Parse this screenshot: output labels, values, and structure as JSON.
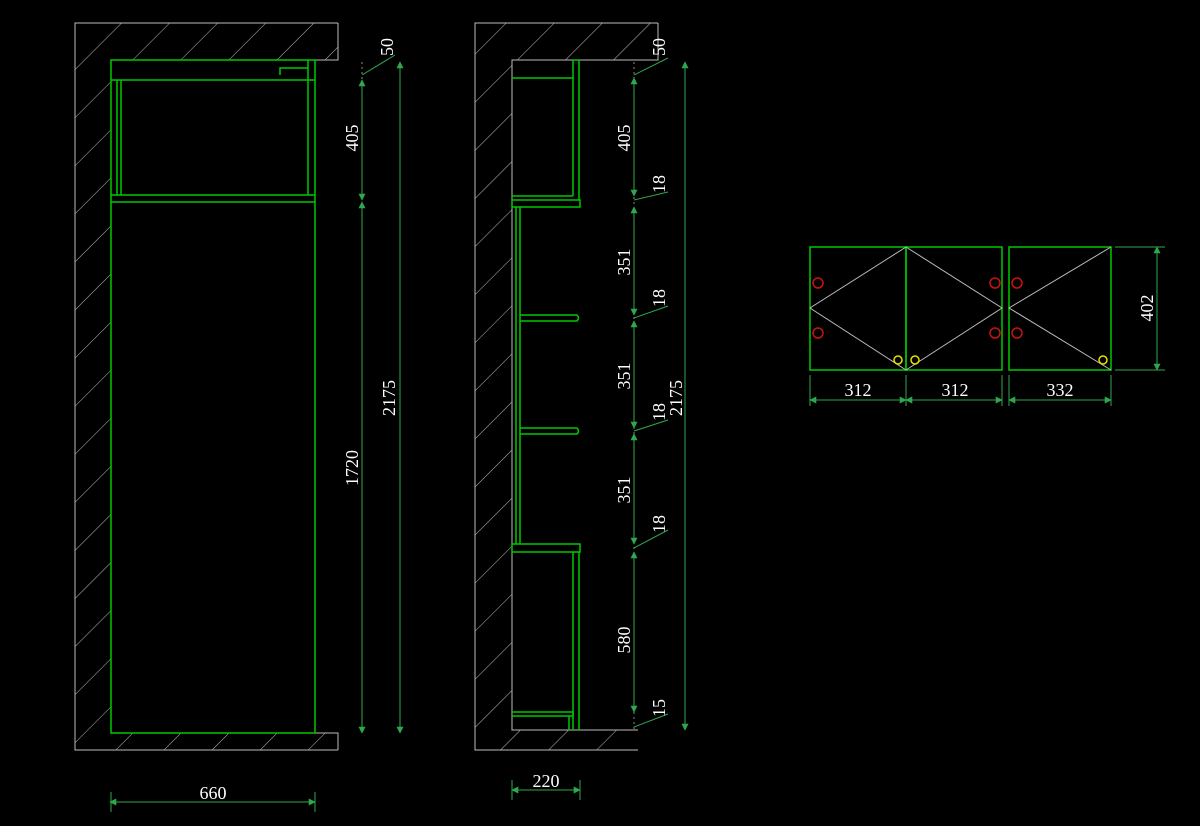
{
  "colors": {
    "background": "#000000",
    "cabinet_line": "#00c800",
    "dimension_line": "#2ea84f",
    "wall_hatch": "#bbbbbb",
    "dimension_text": "#ffffff",
    "marker_red": "#cc1111",
    "marker_yellow": "#e8e000"
  },
  "front_view": {
    "total_height": "2175",
    "top_gap": "50",
    "upper_cabinet": "405",
    "lower_cabinet": "1720",
    "width": "660"
  },
  "side_view": {
    "total_height": "2175",
    "top_gap": "50",
    "upper_cabinet": "405",
    "board_1": "18",
    "shelf_gap_1": "351",
    "board_2": "18",
    "shelf_gap_2": "351",
    "board_3": "18",
    "shelf_gap_3": "351",
    "board_4": "18",
    "bottom_cabinet": "580",
    "plinth": "15",
    "depth": "220"
  },
  "door_elevation": {
    "height": "402",
    "door_1_width": "312",
    "door_2_width": "312",
    "door_3_width": "332"
  }
}
